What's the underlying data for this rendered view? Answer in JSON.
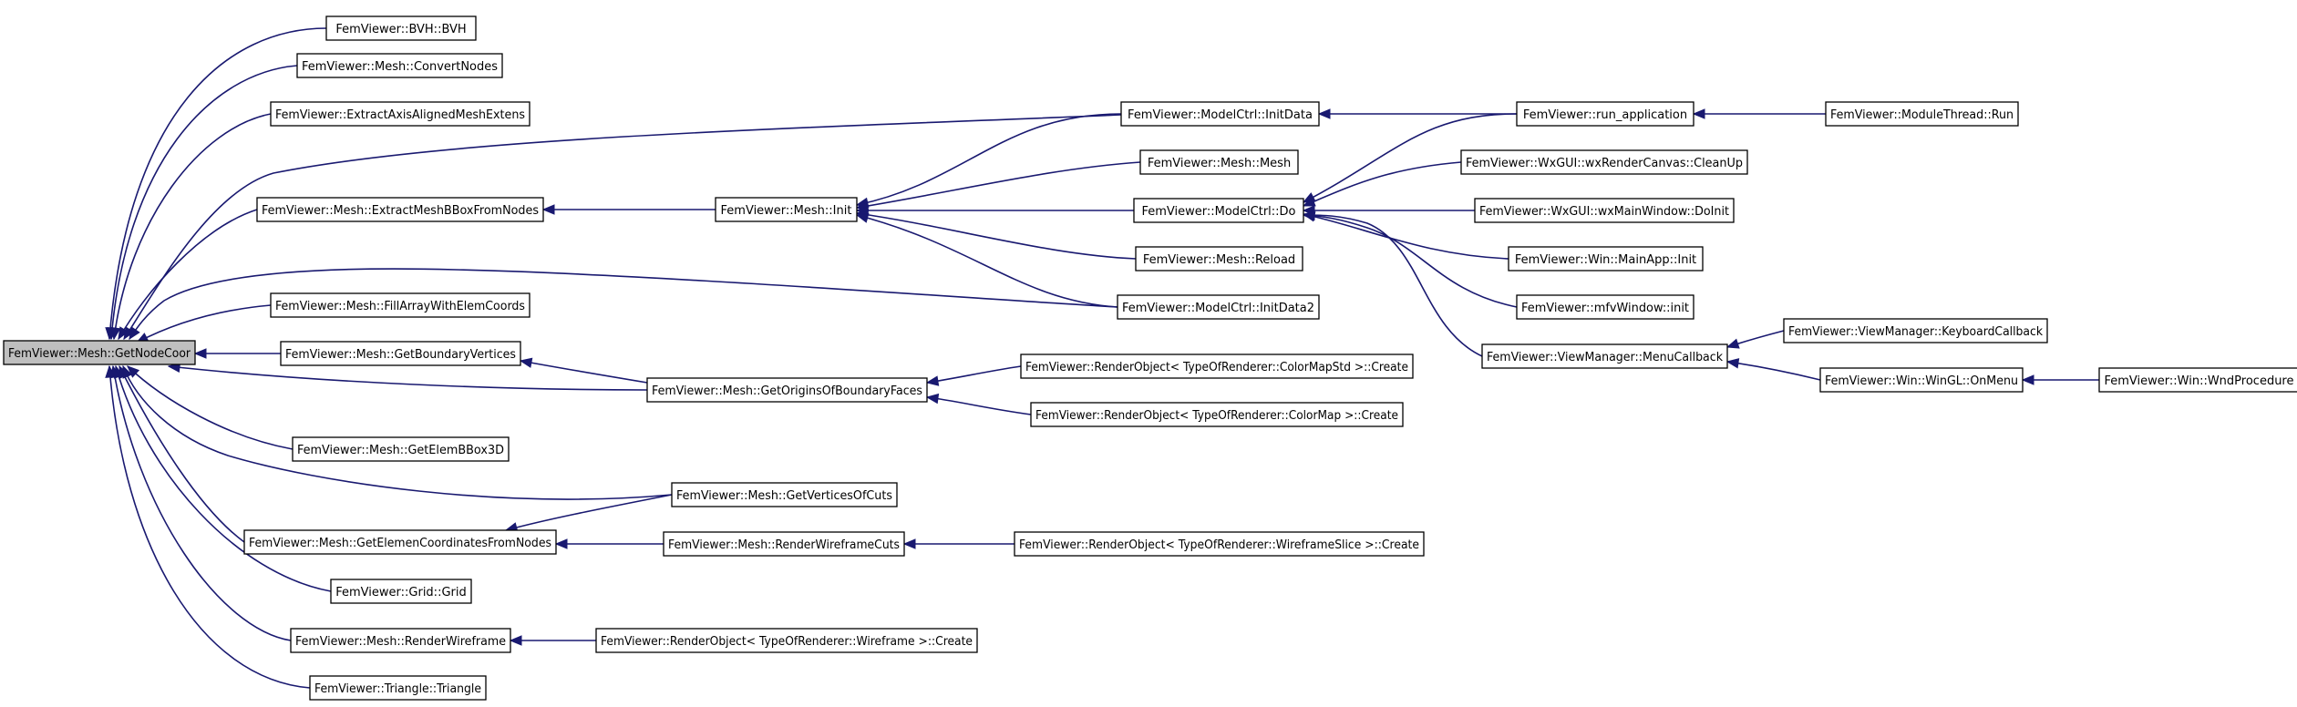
{
  "graph": {
    "root": "FemViewer::Mesh::GetNodeCoor",
    "nodes": {
      "root": "FemViewer::Mesh::GetNodeCoor",
      "bvh": "FemViewer::BVH::BVH",
      "convert_nodes": "FemViewer::Mesh::ConvertNodes",
      "extract_axis": "FemViewer::ExtractAxisAlignedMeshExtens",
      "extract_bbox": "FemViewer::Mesh::ExtractMeshBBoxFromNodes",
      "fill_array": "FemViewer::Mesh::FillArrayWithElemCoords",
      "boundary_vertices": "FemViewer::Mesh::GetBoundaryVertices",
      "elem_bbox3d": "FemViewer::Mesh::GetElemBBox3D",
      "elem_coords_from_nodes": "FemViewer::Mesh::GetElemenCoordinatesFromNodes",
      "grid": "FemViewer::Grid::Grid",
      "render_wireframe": "FemViewer::Mesh::RenderWireframe",
      "triangle": "FemViewer::Triangle::Triangle",
      "mesh_init": "FemViewer::Mesh::Init",
      "origins_boundary_faces": "FemViewer::Mesh::GetOriginsOfBoundaryFaces",
      "vertices_of_cuts": "FemViewer::Mesh::GetVerticesOfCuts",
      "render_wireframe_cuts": "FemViewer::Mesh::RenderWireframeCuts",
      "ro_wireframe_create": "FemViewer::RenderObject< TypeOfRenderer::Wireframe >::Create",
      "modelctrl_initdata": "FemViewer::ModelCtrl::InitData",
      "mesh_mesh": "FemViewer::Mesh::Mesh",
      "modelctrl_do": "FemViewer::ModelCtrl::Do",
      "mesh_reload": "FemViewer::Mesh::Reload",
      "modelctrl_initdata2": "FemViewer::ModelCtrl::InitData2",
      "ro_colormapstd_create": "FemViewer::RenderObject< TypeOfRenderer::ColorMapStd >::Create",
      "ro_colormap_create": "FemViewer::RenderObject< TypeOfRenderer::ColorMap >::Create",
      "ro_wireframeslice_create": "FemViewer::RenderObject< TypeOfRenderer::WireframeSlice >::Create",
      "run_application": "FemViewer::run_application",
      "wxrendercanvas_cleanup": "FemViewer::WxGUI::wxRenderCanvas::CleanUp",
      "wxmainwindow_doinit": "FemViewer::WxGUI::wxMainWindow::DoInit",
      "win_mainapp_init": "FemViewer::Win::MainApp::Init",
      "mfvwindow_init": "FemViewer::mfvWindow::init",
      "viewmanager_menucallback": "FemViewer::ViewManager::MenuCallback",
      "modulethread_run": "FemViewer::ModuleThread::Run",
      "viewmanager_keyboardcallback": "FemViewer::ViewManager::KeyboardCallback",
      "win_wingl_onmenu": "FemViewer::Win::WinGL::OnMenu",
      "win_wndprocedure": "FemViewer::Win::WndProcedure"
    },
    "edges": [
      [
        "bvh",
        "root"
      ],
      [
        "convert_nodes",
        "root"
      ],
      [
        "extract_axis",
        "root"
      ],
      [
        "extract_bbox",
        "root"
      ],
      [
        "fill_array",
        "root"
      ],
      [
        "boundary_vertices",
        "root"
      ],
      [
        "elem_bbox3d",
        "root"
      ],
      [
        "elem_coords_from_nodes",
        "root"
      ],
      [
        "grid",
        "root"
      ],
      [
        "render_wireframe",
        "root"
      ],
      [
        "triangle",
        "root"
      ],
      [
        "modelctrl_initdata",
        "root"
      ],
      [
        "modelctrl_initdata2",
        "root"
      ],
      [
        "origins_boundary_faces",
        "root"
      ],
      [
        "vertices_of_cuts",
        "root"
      ],
      [
        "mesh_init",
        "extract_bbox"
      ],
      [
        "origins_boundary_faces",
        "boundary_vertices"
      ],
      [
        "vertices_of_cuts",
        "elem_coords_from_nodes"
      ],
      [
        "render_wireframe_cuts",
        "elem_coords_from_nodes"
      ],
      [
        "ro_wireframe_create",
        "render_wireframe"
      ],
      [
        "modelctrl_initdata",
        "mesh_init"
      ],
      [
        "mesh_mesh",
        "mesh_init"
      ],
      [
        "modelctrl_do",
        "mesh_init"
      ],
      [
        "mesh_reload",
        "mesh_init"
      ],
      [
        "modelctrl_initdata2",
        "mesh_init"
      ],
      [
        "ro_colormapstd_create",
        "origins_boundary_faces"
      ],
      [
        "ro_colormap_create",
        "origins_boundary_faces"
      ],
      [
        "ro_wireframeslice_create",
        "render_wireframe_cuts"
      ],
      [
        "run_application",
        "modelctrl_initdata"
      ],
      [
        "run_application",
        "modelctrl_do"
      ],
      [
        "wxrendercanvas_cleanup",
        "modelctrl_do"
      ],
      [
        "wxmainwindow_doinit",
        "modelctrl_do"
      ],
      [
        "win_mainapp_init",
        "modelctrl_do"
      ],
      [
        "mfvwindow_init",
        "modelctrl_do"
      ],
      [
        "viewmanager_menucallback",
        "modelctrl_do"
      ],
      [
        "modulethread_run",
        "run_application"
      ],
      [
        "viewmanager_keyboardcallback",
        "viewmanager_menucallback"
      ],
      [
        "win_wingl_onmenu",
        "viewmanager_menucallback"
      ],
      [
        "win_wndprocedure",
        "win_wingl_onmenu"
      ]
    ]
  },
  "colors": {
    "edge": "#191970",
    "root_fill": "#bfbfbf",
    "node_fill": "#ffffff",
    "node_border": "#000000"
  }
}
